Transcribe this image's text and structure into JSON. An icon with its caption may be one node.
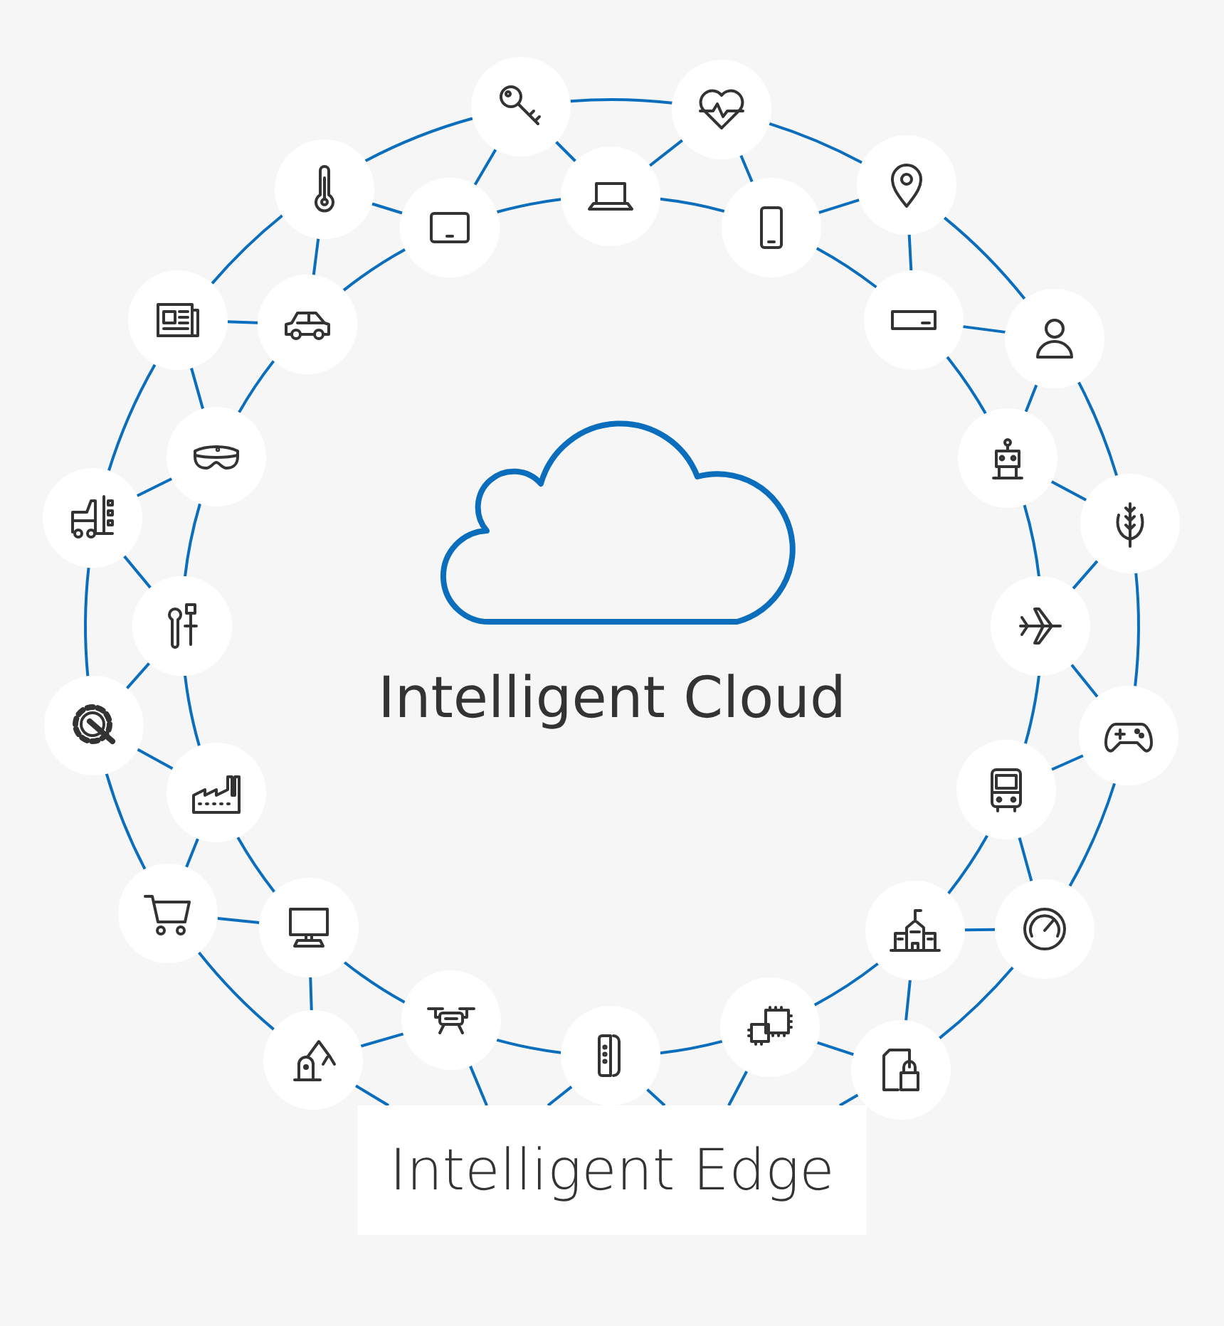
{
  "diagram": {
    "nodes": [
      {
        "text": [],
        "shape": "circle"
      },
      {
        "text": [],
        "shape": "circle"
      },
      {
        "text": [],
        "shape": "circle"
      },
      {
        "text": [],
        "shape": "circle"
      },
      {
        "text": [],
        "shape": "circle"
      },
      {
        "text": [],
        "shape": "circle"
      },
      {
        "text": [],
        "shape": "circle"
      },
      {
        "text": [],
        "shape": "circle"
      },
      {
        "text": [],
        "shape": "circle"
      },
      {
        "text": [],
        "shape": "circle"
      },
      {
        "text": [],
        "shape": "circle"
      },
      {
        "text": [],
        "shape": "circle"
      },
      {
        "text": [],
        "shape": "circle"
      },
      {
        "text": [],
        "shape": "circle"
      },
      {
        "text": [],
        "shape": "circle"
      },
      {
        "text": [],
        "shape": "circle"
      },
      {
        "text": [],
        "shape": "circle"
      },
      {
        "text": [],
        "shape": "circle"
      },
      {
        "text": [],
        "shape": "circle"
      },
      {
        "text": [],
        "shape": "circle"
      },
      {
        "text": [],
        "shape": "circle"
      },
      {
        "text": [],
        "shape": "circle"
      },
      {
        "text": [],
        "shape": "circle"
      },
      {
        "text": [],
        "shape": "circle"
      },
      {
        "text": [],
        "shape": "circle"
      },
      {
        "text": [],
        "shape": "circle"
      },
      {
        "text": [],
        "shape": "circle"
      },
      {
        "text": [],
        "shape": "circle"
      },
      {
        "text": [],
        "shape": "circle"
      },
      {
        "text": [],
        "shape": "circle"
      },
      {
        "text": [
          "Intelligent Edge"
        ]
      }
    ],
    "edges": [
      {
        "from": 0,
        "to": 1,
        "arrow": "none"
      },
      {
        "from": 1,
        "to": 2,
        "arrow": "none"
      },
      {
        "from": 2,
        "to": 3,
        "arrow": "none"
      },
      {
        "from": 3,
        "to": 4,
        "arrow": "none"
      },
      {
        "from": 4,
        "to": 5,
        "arrow": "none"
      },
      {
        "from": 5,
        "to": 6,
        "arrow": "none"
      },
      {
        "from": 6,
        "to": 7,
        "arrow": "none"
      },
      {
        "from": 7,
        "to": 8,
        "arrow": "none"
      },
      {
        "from": 8,
        "to": 30,
        "arrow": "none"
      },
      {
        "from": 9,
        "to": 30,
        "arrow": "none"
      },
      {
        "from": 9,
        "to": 10,
        "arrow": "none"
      },
      {
        "from": 10,
        "to": 11,
        "arrow": "none"
      },
      {
        "from": 11,
        "to": 12,
        "arrow": "none"
      },
      {
        "from": 12,
        "to": 13,
        "arrow": "none"
      },
      {
        "from": 13,
        "to": 0,
        "arrow": "none"
      },
      {
        "from": 14,
        "to": 15,
        "arrow": "none"
      },
      {
        "from": 15,
        "to": 16,
        "arrow": "none"
      },
      {
        "from": 16,
        "to": 17,
        "arrow": "none"
      },
      {
        "from": 17,
        "to": 18,
        "arrow": "none"
      },
      {
        "from": 18,
        "to": 19,
        "arrow": "none"
      },
      {
        "from": 19,
        "to": 20,
        "arrow": "none"
      },
      {
        "from": 20,
        "to": 21,
        "arrow": "none"
      },
      {
        "from": 21,
        "to": 22,
        "arrow": "none"
      },
      {
        "from": 22,
        "to": 23,
        "arrow": "none"
      },
      {
        "from": 23,
        "to": 24,
        "arrow": "none"
      },
      {
        "from": 24,
        "to": 25,
        "arrow": "none"
      },
      {
        "from": 25,
        "to": 26,
        "arrow": "none"
      },
      {
        "from": 26,
        "to": 27,
        "arrow": "none"
      },
      {
        "from": 27,
        "to": 28,
        "arrow": "none"
      },
      {
        "from": 28,
        "to": 29,
        "arrow": "none"
      },
      {
        "from": 29,
        "to": 14,
        "arrow": "none"
      },
      {
        "from": 0,
        "to": 14,
        "arrow": "none"
      },
      {
        "from": 1,
        "to": 14,
        "arrow": "none"
      },
      {
        "from": 1,
        "to": 15,
        "arrow": "none"
      },
      {
        "from": 2,
        "to": 15,
        "arrow": "none"
      },
      {
        "from": 2,
        "to": 16,
        "arrow": "none"
      },
      {
        "from": 3,
        "to": 16,
        "arrow": "none"
      },
      {
        "from": 3,
        "to": 17,
        "arrow": "none"
      },
      {
        "from": 4,
        "to": 17,
        "arrow": "none"
      },
      {
        "from": 4,
        "to": 18,
        "arrow": "none"
      },
      {
        "from": 5,
        "to": 18,
        "arrow": "none"
      },
      {
        "from": 5,
        "to": 19,
        "arrow": "none"
      },
      {
        "from": 6,
        "to": 19,
        "arrow": "none"
      },
      {
        "from": 6,
        "to": 20,
        "arrow": "none"
      },
      {
        "from": 7,
        "to": 20,
        "arrow": "none"
      },
      {
        "from": 7,
        "to": 21,
        "arrow": "none"
      },
      {
        "from": 8,
        "to": 21,
        "arrow": "none"
      },
      {
        "from": 8,
        "to": 22,
        "arrow": "none"
      },
      {
        "from": 9,
        "to": 24,
        "arrow": "none"
      },
      {
        "from": 9,
        "to": 25,
        "arrow": "none"
      },
      {
        "from": 10,
        "to": 25,
        "arrow": "none"
      },
      {
        "from": 10,
        "to": 26,
        "arrow": "none"
      },
      {
        "from": 11,
        "to": 26,
        "arrow": "none"
      },
      {
        "from": 11,
        "to": 27,
        "arrow": "none"
      },
      {
        "from": 12,
        "to": 27,
        "arrow": "none"
      },
      {
        "from": 12,
        "to": 28,
        "arrow": "none"
      },
      {
        "from": 13,
        "to": 28,
        "arrow": "none"
      },
      {
        "from": 13,
        "to": 29,
        "arrow": "none"
      },
      {
        "from": 0,
        "to": 29,
        "arrow": "none"
      },
      {
        "from": 24,
        "to": 30,
        "arrow": "none"
      },
      {
        "from": 23,
        "to": 30,
        "arrow": "none"
      },
      {
        "from": 23,
        "to": 30,
        "arrow": "none"
      },
      {
        "from": 22,
        "to": 30,
        "arrow": "none"
      }
    ],
    "labels": [
      "Intelligent Cloud"
    ]
  }
}
